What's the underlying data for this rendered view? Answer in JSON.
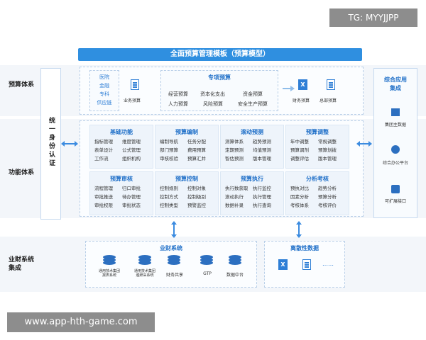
{
  "watermarks": {
    "top": "TG: MYYJJPP",
    "bottom": "www.app-hth-game.com"
  },
  "banner": "全面预算管理模板（预算模型）",
  "row_labels": {
    "budget_system": "预算体系",
    "function_system": "功能体系",
    "finance_integration_line1": "业财系统",
    "finance_integration_line2": "集成"
  },
  "identity": "统一身份认证",
  "budget_row": {
    "sources": [
      "医院",
      "金融",
      "专科",
      "供应链"
    ],
    "business_budget": "业务预算",
    "special_title": "专项预算",
    "special_items": [
      "经营预算",
      "资本化支出",
      "资金预算",
      "人力预算",
      "风险预算",
      "安全生产预算"
    ],
    "financial_budget": "财务预算",
    "total_budget": "总部预算"
  },
  "function_cards": [
    {
      "title": "基础功能",
      "items": [
        "指标管理",
        "维度管理",
        "表单设计",
        "公式管理",
        "工作流",
        "组织机构"
      ]
    },
    {
      "title": "预算编制",
      "items": [
        "编制导航",
        "任务分配",
        "部门预算",
        "费用预算",
        "审核校验",
        "预算汇并"
      ]
    },
    {
      "title": "滚动预测",
      "items": [
        "测算体系",
        "趋势预测",
        "定期预测",
        "均值预测",
        "智估预测",
        "版本管理"
      ]
    },
    {
      "title": "预算调整",
      "items": [
        "年中调整",
        "常规调整",
        "预算调剂",
        "预算划拨",
        "调整评估",
        "版本管理"
      ]
    },
    {
      "title": "预算审核",
      "items": [
        "流程管理",
        "归口审批",
        "审批推送",
        "待办管理",
        "审批权限",
        "审批状态"
      ]
    },
    {
      "title": "预算控制",
      "items": [
        "控制规则",
        "控制对象",
        "控制方式",
        "控制级别",
        "控制类型",
        "预警监控"
      ]
    },
    {
      "title": "预算执行",
      "items": [
        "执行数获取",
        "执行监控",
        "滚动执行",
        "执行管理",
        "数据补录",
        "执行查询"
      ]
    },
    {
      "title": "分析考核",
      "items": [
        "预执对比",
        "趋势分析",
        "因素分析",
        "预算分析",
        "考核体系",
        "考核评价"
      ]
    }
  ],
  "apps": {
    "title_line1": "综合应用",
    "title_line2": "集成",
    "items": [
      "集团主数据",
      "综合办公平台",
      "可扩展接口"
    ]
  },
  "finance": {
    "title": "业财系统",
    "items": [
      "通用技术集团\n报表系统",
      "通用技术集团\n遴辞采系统",
      "财务共享",
      "GTP",
      "数据中台"
    ]
  },
  "discrete": {
    "title": "离散性数据",
    "dots": "……"
  }
}
